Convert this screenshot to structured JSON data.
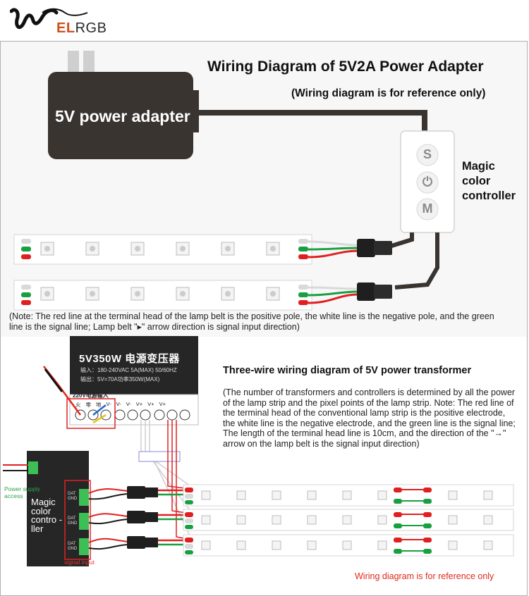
{
  "brand": {
    "logo_text_prefix": "EL",
    "logo_text_suffix": "RGB"
  },
  "top_section": {
    "title": "Wiring Diagram of 5V2A Power Adapter",
    "subtitle": "(Wiring diagram is for reference only)",
    "adapter_label": "5V power adapter",
    "controller_label": "Magic color controller",
    "controller_buttons": [
      "S",
      "⏻",
      "M"
    ],
    "note": "(Note: The red line at the terminal head of the lamp belt is the positive pole, the white line is the negative pole, and the green line is the signal line; Lamp belt \"▸\" arrow direction is signal input direction)"
  },
  "bottom_section": {
    "title": "Three-wire wiring diagram of 5V power transformer",
    "description": "(The number of transformers and controllers is determined by all the power of the lamp strip and the pixel points of the lamp strip. Note: The red line of the terminal head of the conventional lamp strip is the positive electrode, the white line is the negative electrode, and the green line is the signal line; The length of the terminal head line is 10cm, and the direction of the \"→\" arrow on the lamp belt is the signal input direction)",
    "transformer_model": "5V350W 电源变压器",
    "transformer_spec_input": "输入：180-240VAC  5A(MAX) 50/60HZ",
    "transformer_spec_output": "输出：5V=70A功率350W(MAX)",
    "mains_label": "220V电源输入",
    "terminal_labels": [
      "火",
      "零",
      "地",
      "V-",
      "V-",
      "V-",
      "V+",
      "V+",
      "V+"
    ],
    "controller_label": "Magic color contro -ller",
    "power_supply_label": "Power supply access",
    "signal_input_label": "signal input",
    "port_labels": [
      "DAT",
      "GND"
    ],
    "footnote": "Wiring diagram is for reference only"
  },
  "colors": {
    "wire_red": "#e02020",
    "wire_green": "#18a040",
    "wire_black": "#1a1a1a",
    "adapter_body": "#3a3431",
    "controller_body": "#ffffff",
    "footnote": "#e0281c"
  }
}
